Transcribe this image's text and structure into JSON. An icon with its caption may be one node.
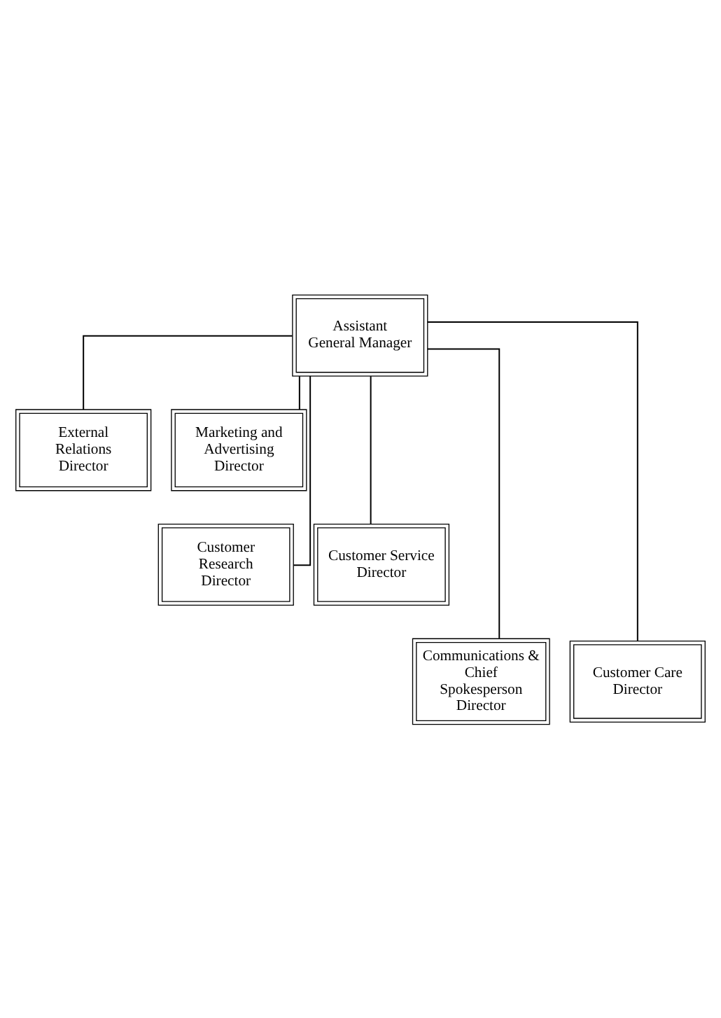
{
  "diagram": {
    "nodes": [
      {
        "text": [
          "Assistant General Manager"
        ]
      },
      {
        "text": [
          "External Relations Director"
        ]
      },
      {
        "text": [
          "Marketing and Advertising Director"
        ]
      },
      {
        "text": [
          "Customer Research Director"
        ]
      },
      {
        "text": [
          "Customer Service Director"
        ]
      },
      {
        "text": [
          "Communications & Chief Spokesperson Director"
        ]
      },
      {
        "text": [
          "Customer Care Director"
        ]
      }
    ],
    "edges": [
      {
        "from": 0,
        "to": 1,
        "arrow": "none"
      },
      {
        "from": 0,
        "to": 2,
        "arrow": "none"
      },
      {
        "from": 0,
        "to": 3,
        "arrow": "none"
      },
      {
        "from": 0,
        "to": 4,
        "arrow": "none"
      },
      {
        "from": 0,
        "to": 5,
        "arrow": "none"
      },
      {
        "from": 0,
        "to": 6,
        "arrow": "none"
      }
    ]
  }
}
